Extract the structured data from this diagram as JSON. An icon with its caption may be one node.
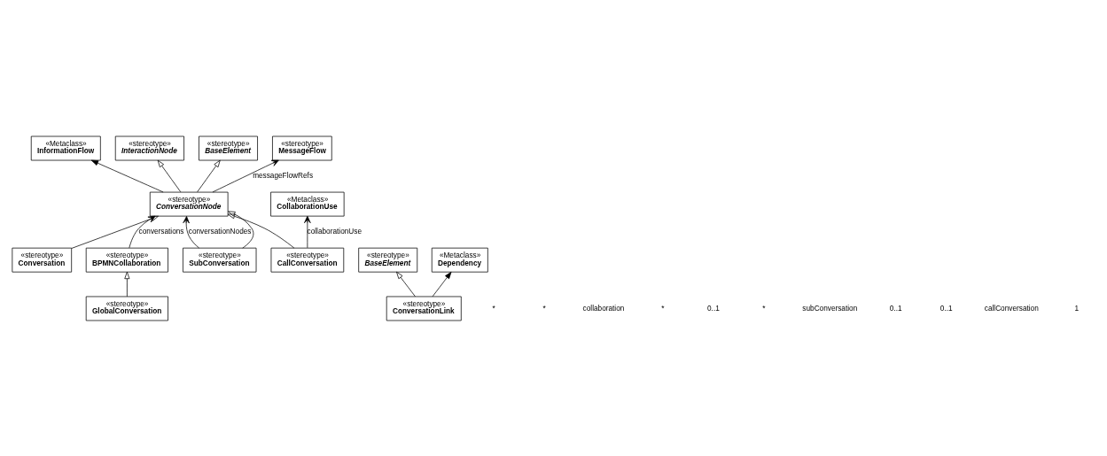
{
  "diagram": {
    "nodes": [
      {
        "text": [
          "«Metaclass»",
          "InformationFlow"
        ]
      },
      {
        "text": [
          "«stereotype»",
          "InteractionNode"
        ]
      },
      {
        "text": [
          "«stereotype»",
          "BaseElement"
        ]
      },
      {
        "text": [
          "«stereotype»",
          "MessageFlow"
        ]
      },
      {
        "text": [
          "«stereotype»",
          "ConversationNode"
        ]
      },
      {
        "text": [
          "«stereotype»",
          "BPMNCollaboration"
        ]
      },
      {
        "text": [
          "«stereotype»",
          "GlobalConversation"
        ]
      },
      {
        "text": [
          "«stereotype»",
          "Conversation"
        ]
      },
      {
        "text": [
          "«stereotype»",
          "CallConversation"
        ]
      },
      {
        "text": [
          "«stereotype»",
          "SubConversation"
        ]
      },
      {
        "text": [
          "«stereotype»",
          "BaseElement"
        ]
      },
      {
        "text": [
          "«Metaclass»",
          "Dependency"
        ]
      },
      {
        "text": [
          "«Metaclass»",
          "CollaborationUse"
        ]
      },
      {
        "text": [
          "«stereotype»",
          "ConversationLink"
        ]
      }
    ],
    "edges": [
      {
        "from": 4,
        "to": 0,
        "arrow": "to"
      },
      {
        "from": 4,
        "to": 1,
        "arrow": "to"
      },
      {
        "from": 4,
        "to": 2,
        "arrow": "to"
      },
      {
        "from": 4,
        "to": 3,
        "arrow": "to",
        "label": "messageFlowRefs"
      },
      {
        "from": 5,
        "to": 4,
        "arrow": "to",
        "label": "conversations"
      },
      {
        "from": 9,
        "to": 4,
        "arrow": "to",
        "label": "conversationNodes"
      },
      {
        "from": 7,
        "to": 4,
        "arrow": "to"
      },
      {
        "from": 8,
        "to": 4,
        "arrow": "to"
      },
      {
        "from": 9,
        "to": 4,
        "arrow": "to"
      },
      {
        "from": 6,
        "to": 5,
        "arrow": "to"
      },
      {
        "from": 8,
        "to": 12,
        "arrow": "to",
        "label": "collaborationUse"
      },
      {
        "from": 13,
        "to": 10,
        "arrow": "to"
      },
      {
        "from": 13,
        "to": 11,
        "arrow": "to"
      }
    ],
    "labels": [
      "*",
      "*",
      "collaboration",
      "*",
      "0..1",
      "*",
      "subConversation",
      "0..1",
      "0..1",
      "callConversation",
      "1"
    ]
  }
}
